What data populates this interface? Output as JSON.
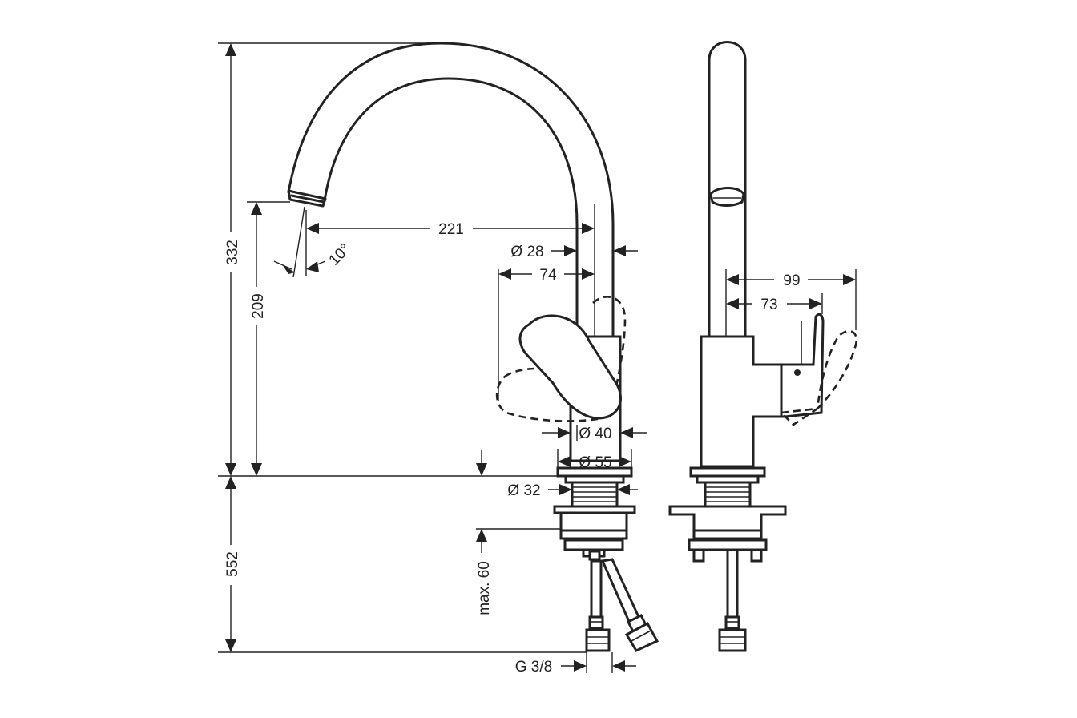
{
  "dimensions": {
    "height_total": "332",
    "spout_height": "209",
    "below_deck": "552",
    "angle": "10°",
    "reach": "221",
    "spout_diameter": "Ø 28",
    "lever_offset": "74",
    "body_diameter": "Ø 40",
    "base_diameter": "Ø 55",
    "mount_diameter": "Ø 32",
    "max_thickness": "max. 60",
    "connection": "G 3/8",
    "side_depth": "99",
    "lever_depth": "73"
  }
}
